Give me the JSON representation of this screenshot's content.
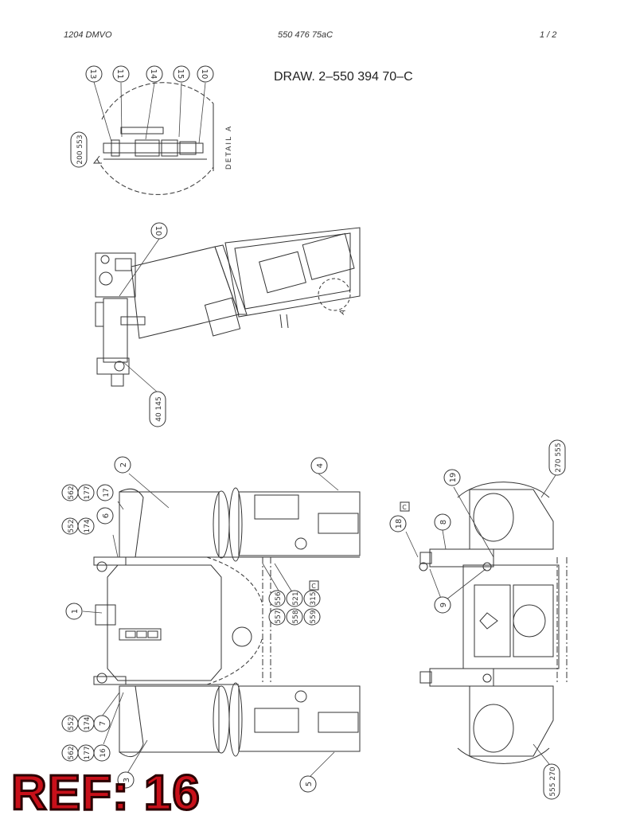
{
  "header": {
    "left": "1204 DMVO",
    "middle": "550 476 75aC",
    "right": "1 /  2"
  },
  "drawing_number": "DRAW. 2–550 394 70–C",
  "detail_label": "DETAIL  A",
  "section_label": "A",
  "detail_balloons": [
    "13",
    "11",
    "14",
    "15",
    "10"
  ],
  "detail_side_balloon": "200 553",
  "top_view_balloons": {
    "top": "10",
    "bottom": "40 145"
  },
  "left_view_balloons": {
    "b2": "2",
    "b4": "4",
    "b1": "1",
    "b5": "5",
    "b3": "3",
    "b6": "6",
    "b7": "7",
    "b16": "16",
    "b17": "17",
    "b177a": "177",
    "b562a": "562",
    "b174a": "174",
    "b552a": "552",
    "b174b": "174",
    "b552b": "552",
    "b177b": "177",
    "b562b": "562",
    "b556": "556",
    "b521": "521",
    "b315": "315",
    "b557": "557",
    "b558": "558",
    "b559": "559"
  },
  "c_box": "C",
  "right_view_balloons": {
    "b19": "19",
    "b18c": "18",
    "b8": "8",
    "b9": "9",
    "b270top": "270 555",
    "b270bot": "555 270"
  },
  "ref_label": "REF: 16"
}
